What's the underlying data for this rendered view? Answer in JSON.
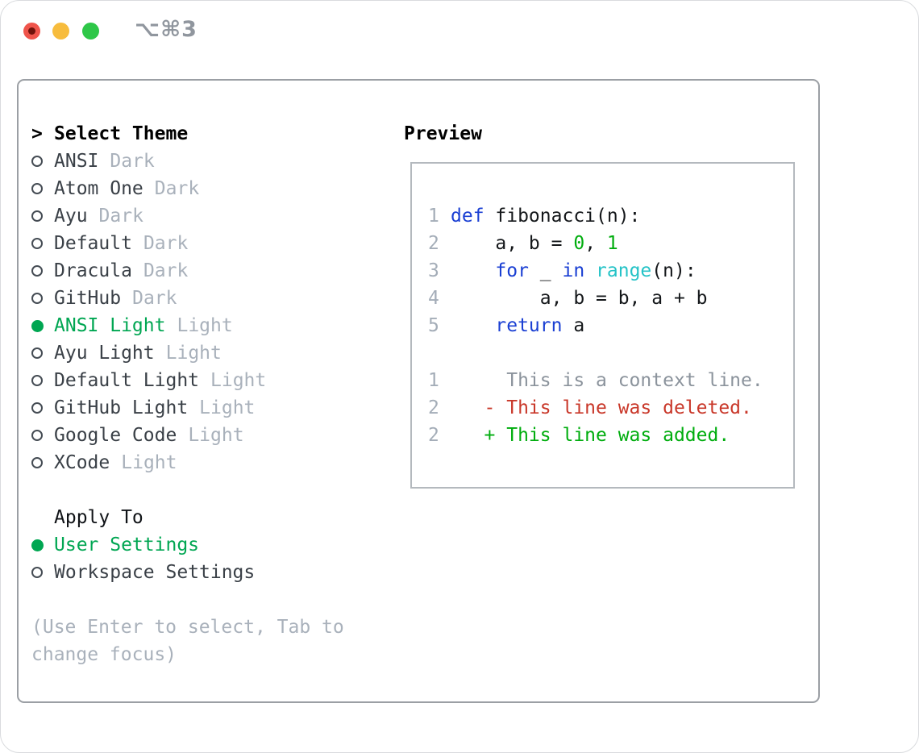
{
  "titlebar": {
    "shortcut": "⌥⌘3"
  },
  "theme_panel": {
    "prompt": ">",
    "title": "Select Theme",
    "items": [
      {
        "name": "ANSI",
        "badge": "Dark",
        "selected": false
      },
      {
        "name": "Atom One",
        "badge": "Dark",
        "selected": false
      },
      {
        "name": "Ayu",
        "badge": "Dark",
        "selected": false
      },
      {
        "name": "Default",
        "badge": "Dark",
        "selected": false
      },
      {
        "name": "Dracula",
        "badge": "Dark",
        "selected": false
      },
      {
        "name": "GitHub",
        "badge": "Dark",
        "selected": false
      },
      {
        "name": "ANSI Light",
        "badge": "Light",
        "selected": true
      },
      {
        "name": "Ayu Light",
        "badge": "Light",
        "selected": false
      },
      {
        "name": "Default Light",
        "badge": "Light",
        "selected": false
      },
      {
        "name": "GitHub Light",
        "badge": "Light",
        "selected": false
      },
      {
        "name": "Google Code",
        "badge": "Light",
        "selected": false
      },
      {
        "name": "XCode",
        "badge": "Light",
        "selected": false
      }
    ]
  },
  "apply_to": {
    "title": "Apply To",
    "options": [
      {
        "label": "User Settings",
        "selected": true
      },
      {
        "label": "Workspace Settings",
        "selected": false
      }
    ]
  },
  "hint": {
    "line1": "(Use Enter to select, Tab to",
    "line2": "change focus)"
  },
  "preview": {
    "title": "Preview",
    "lines": [
      {
        "num": "1",
        "segs": [
          [
            "def",
            "keyword"
          ],
          [
            " fibonacci(n):",
            "plain"
          ]
        ]
      },
      {
        "num": "2",
        "segs": [
          [
            "    a, b = ",
            "plain"
          ],
          [
            "0",
            "literal"
          ],
          [
            ", ",
            "plain"
          ],
          [
            "1",
            "literal"
          ]
        ]
      },
      {
        "num": "3",
        "segs": [
          [
            "    ",
            "plain"
          ],
          [
            "for",
            "keyword"
          ],
          [
            " _ ",
            "plain"
          ],
          [
            "in",
            "keyword"
          ],
          [
            " ",
            "plain"
          ],
          [
            "range",
            "builtin"
          ],
          [
            "(n):",
            "plain"
          ]
        ]
      },
      {
        "num": "4",
        "segs": [
          [
            "        a, b = b, a + b",
            "plain"
          ]
        ]
      },
      {
        "num": "5",
        "segs": [
          [
            "    ",
            "plain"
          ],
          [
            "return",
            "keyword"
          ],
          [
            " a",
            "plain"
          ]
        ]
      },
      {
        "num": "",
        "segs": []
      },
      {
        "num": "1",
        "segs": [
          [
            "     This is a context line.",
            "context"
          ]
        ]
      },
      {
        "num": "2",
        "segs": [
          [
            "   - This line was deleted.",
            "deleted"
          ]
        ]
      },
      {
        "num": "2",
        "segs": [
          [
            "   + This line was added.",
            "added"
          ]
        ]
      }
    ]
  },
  "colors": {
    "selection_green": "#00a652",
    "diff_add_green": "#00ad0e",
    "diff_del_red": "#c9382a",
    "keyword_blue": "#1a3fd3",
    "builtin_cyan": "#25c3c7",
    "literal_green": "#00ad0e",
    "line_number_gray": "#a4adb8",
    "context_gray": "#8b939c",
    "badge_gray": "#a9b1bb",
    "hint_gray": "#a9b1bb",
    "text_dark": "#3a4047",
    "window_border": "#9b9fa4",
    "preview_border": "#b4b9be",
    "traffic_red": "#ef544b",
    "traffic_red_dot": "#70120b",
    "traffic_yellow": "#f7bc3d",
    "traffic_green": "#2ec748",
    "shortcut_gray": "#90969e"
  }
}
